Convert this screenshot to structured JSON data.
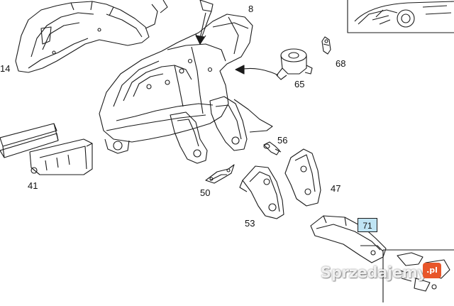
{
  "labels": {
    "p8": "8",
    "p14": "14",
    "p68": "68",
    "p65": "65",
    "p56": "56",
    "p41": "41",
    "p47": "47",
    "p50": "50",
    "p53": "53",
    "p71": "71"
  },
  "watermark": {
    "text": "Sprzedajemy",
    "badge": ".pl",
    "color": "#e8562a"
  },
  "colors": {
    "line": "#1a1a1a",
    "highlight": "#bfe4f4"
  }
}
